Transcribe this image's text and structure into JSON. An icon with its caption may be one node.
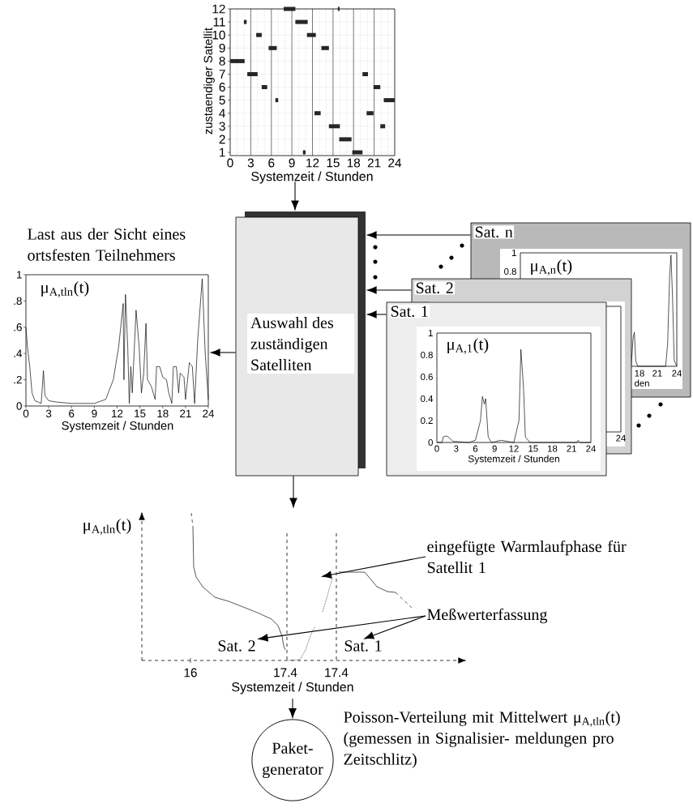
{
  "diagram": {
    "nodes": [
      {
        "text": [
          "zustaendiger Satellit",
          "Systemzeit / Stunden"
        ]
      },
      {
        "text": [
          "Last aus der Sicht eines ortsfesten Teilnehmers",
          "μ$_{A,tln}$(t)",
          "Systemzeit / Stunden"
        ]
      },
      {
        "text": [
          "Auswahl des zuständigen Satelliten"
        ]
      },
      {
        "text": [
          "Sat. n",
          "μ$_{A,n}$(t)"
        ]
      },
      {
        "text": [
          "Sat. 2"
        ]
      },
      {
        "text": [
          "Sat. 1",
          "μ$_{A,1}$(t)",
          "Systemzeit / Stunden"
        ]
      },
      {
        "text": [
          "μ$_{A,tln}$(t)",
          "Systemzeit / Stunden"
        ]
      },
      {
        "text": [],
        "shape": "curve",
        "in": 6
      },
      {
        "text": [
          "Sat. 2"
        ],
        "in": 6
      },
      {
        "text": [
          "Sat. 1"
        ],
        "in": 6
      },
      {
        "text": [
          "eingefügte Warmlaufphase für Satellit 1"
        ]
      },
      {
        "text": [
          "Meßwerterfassung"
        ]
      },
      {
        "text": [
          "Paket- generator"
        ],
        "beside": [
          "Poisson-Verteilung mit Mittelwert μ$_{A,tln}$(t) (gemessen in Signalisier- meldungen pro Zeitschlitz)"
        ]
      }
    ],
    "edges": [
      {
        "from": 0,
        "to": 2,
        "arrow": "to"
      },
      {
        "from": 2,
        "to": 1,
        "arrow": "to"
      },
      {
        "from": 3,
        "to": 2,
        "arrow": "to"
      },
      {
        "from": 4,
        "to": 2,
        "arrow": "to"
      },
      {
        "from": 5,
        "to": 2,
        "arrow": "to"
      },
      {
        "from": 2,
        "to": 6,
        "arrow": "to"
      },
      {
        "from": 6,
        "to": 12,
        "arrow": "to"
      },
      {
        "from": 10,
        "to": 7,
        "arrow": "to"
      },
      {
        "from": 11,
        "to": 8,
        "arrow": "to"
      },
      {
        "from": 11,
        "to": 9,
        "arrow": "to"
      }
    ],
    "labels": [
      "12",
      "11",
      "10",
      "9",
      "8",
      "7",
      "6",
      "5",
      "4",
      "3",
      "2",
      "1",
      "0",
      "3",
      "6",
      "9",
      "12",
      "15",
      "18",
      "21",
      "24",
      "1",
      ".8",
      ".6",
      ".4",
      ".2",
      "0",
      "0",
      "3",
      "6",
      "9",
      "12",
      "15",
      "18",
      "21",
      "24",
      "1",
      "0.8",
      "18",
      "21",
      "24",
      "den",
      "24",
      "1",
      "0.8",
      "0.6",
      "0.4",
      "0.2",
      "0",
      "0",
      "3",
      "6",
      "9",
      "12",
      "15",
      "18",
      "21",
      "24",
      "16",
      "17.4",
      "17.4"
    ]
  }
}
